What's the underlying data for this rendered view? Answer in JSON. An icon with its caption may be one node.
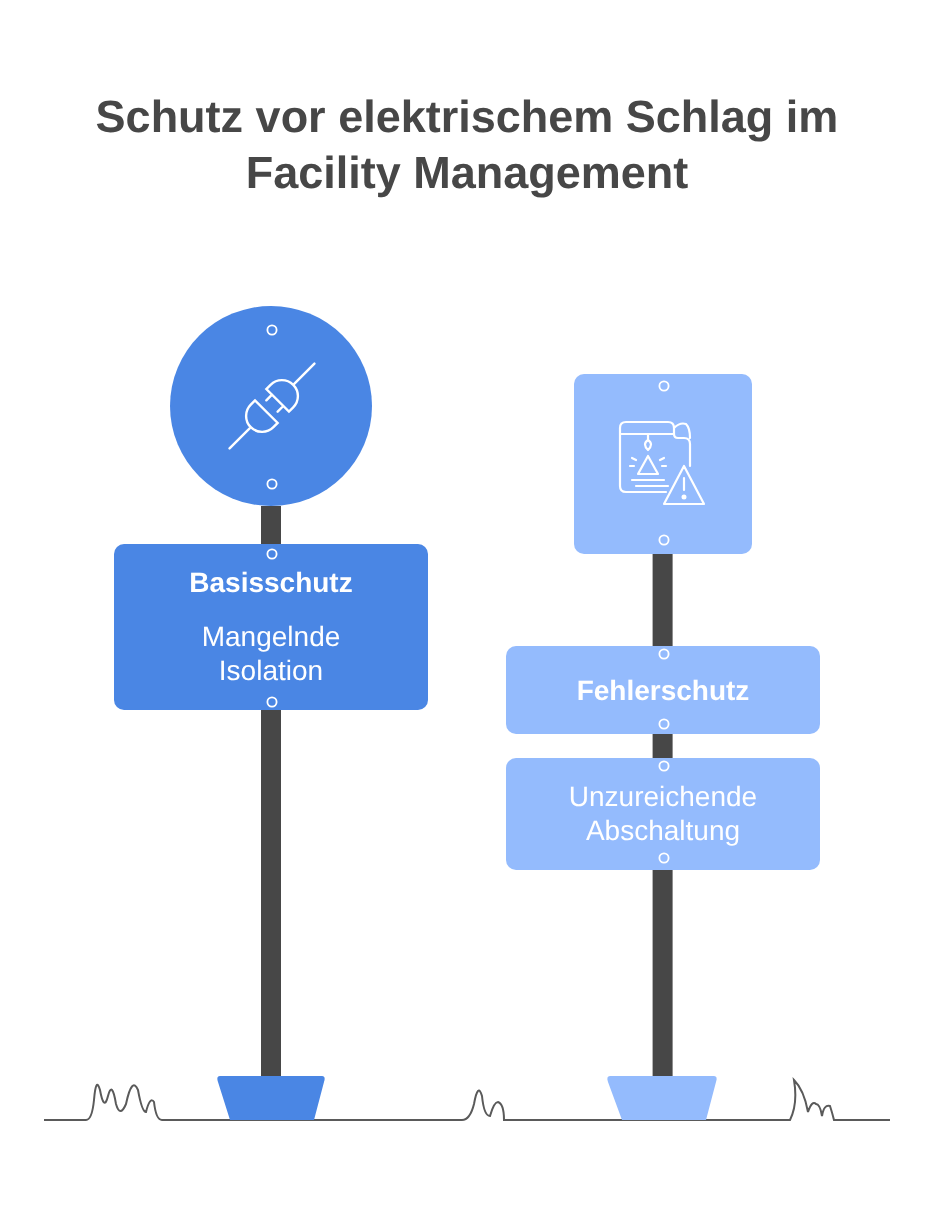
{
  "diagram": {
    "title": "Schutz vor elektrischem Schlag im Facility Management",
    "nodes": [
      {
        "text": [],
        "shape": "circle"
      },
      {
        "text": [
          "Basisschutz",
          "Mangelnde Isolation"
        ]
      },
      {
        "text": [],
        "shape": "box"
      },
      {
        "text": [
          "Fehlerschutz"
        ]
      },
      {
        "text": [
          "Unzureichende Abschaltung"
        ]
      }
    ]
  }
}
